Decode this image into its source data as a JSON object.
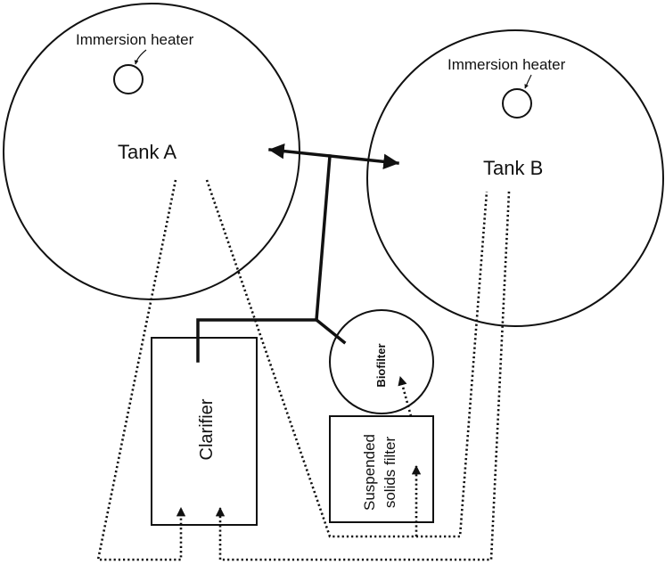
{
  "diagram": {
    "tank_a": {
      "label": "Tank A",
      "heater_label": "Immersion heater"
    },
    "tank_b": {
      "label": "Tank B",
      "heater_label": "Immersion heater"
    },
    "clarifier": {
      "label": "Clarifier"
    },
    "biofilter": {
      "label": "Biofilter"
    },
    "suspended_solids_filter": {
      "label_line1": "Suspended",
      "label_line2": "solids filter"
    }
  }
}
